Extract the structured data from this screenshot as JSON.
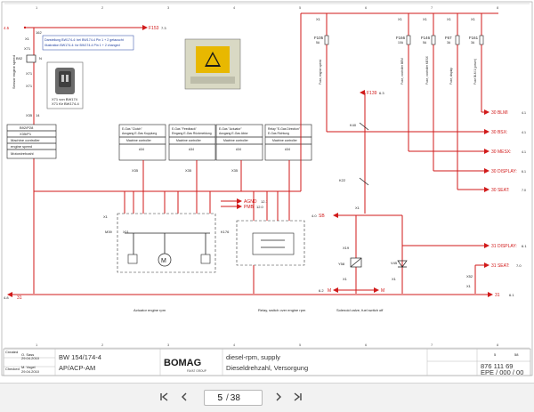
{
  "sheet": {
    "rails": {
      "top_left": "4.5",
      "top_right": "4.6",
      "b30bsx": "30 BSX:",
      "b30bsx_ref": "4.1",
      "b30mesx": "30 MESX:",
      "b30mesx_ref": "4.1",
      "b30display": "30 DISPLAY:",
      "b30display_ref": "6.1",
      "b30seat": "30 SEAT:",
      "b30seat_ref": "7.0",
      "b30blmi": "30 BLMI",
      "b30blmi_ref": "4.1",
      "b31display": "31 DISPLAY:",
      "b31display_ref": "6.1",
      "b31seat": "31 SEAT:",
      "b31seat_ref": "7.0",
      "b31": "31",
      "b31_left": "4.8",
      "b31_right": "6.1",
      "m": "M",
      "m_ref": "6.2",
      "f153": "F153",
      "f153_ref": "7.3",
      "f139": "F139",
      "f139_ref": "6.3",
      "agnd": "AGND",
      "agnd_ref": "12.1",
      "pmb": "PMB",
      "pmb_ref": "12.0",
      "sb": "SB",
      "sb_ref": "4.0"
    },
    "connectors": {
      "x1_top": "X1",
      "x1_top_pin": "162",
      "x71a": "X71",
      "b92": "B92",
      "b92_n": "N",
      "x71b": "X71",
      "x71c": "X71",
      "x35a": "X35",
      "x35a_pin": "14",
      "x1_left": "X1",
      "x1_left_pin": "163",
      "m39": "M39",
      "x11": "X11",
      "x1_m": "X1",
      "k176": "K176",
      "x35b": "X35",
      "x35c": "X35",
      "x35d": "X35",
      "k22": "K22",
      "x1_k22": "X1",
      "y58": "Y58",
      "x19": "X19",
      "x1_y58": "X1",
      "v45": "V45",
      "x1_v45": "X1",
      "x52": "X52",
      "x1_x52": "X1",
      "f105": "F105",
      "f166": "F166",
      "f146": "F146",
      "f67": "F67",
      "f161": "F161",
      "x1_f105": "X1",
      "x1_f166": "X1",
      "x1_f146": "X1",
      "x1_f67": "X1",
      "x1_f161": "X1",
      "f105_amp": "5A",
      "f166_amp": "10A",
      "f146_amp": "5A",
      "f67_amp": "3A",
      "f161_amp": "3A",
      "k40": "K40",
      "x23": "X23"
    },
    "labels": {
      "sensor_desc": "Sensor engine speed\nAufnehmer Motordrehzahl",
      "note1": "Darstellung BW174-4: bei BW174-4 Pin 1 + 2 getauscht",
      "note2": "Illustration BW174-4: for BW174-4 Pin 1 + 2 changed",
      "x71_pin": "X71 von BW174",
      "x71_pin2": "X71 für BW174-4",
      "box_left_l1": "B92/P28",
      "box_left_l2": "X35/P1",
      "box_left_l3": "Machine controller",
      "box_left_l4": "engine speed",
      "box_left_l5": "Motordrehzahl",
      "ecu_cols": [
        "E-Gas \"Clutch\"\nAusgang E-Gas Kupplung",
        "E-Gas \"Feedback\"\nEingang E-Gas Rückmeldung",
        "E-Gas \"Actuator\"\nAusgang E-Gas Aktor",
        "Relay \"E-Gas Direction\"\nE-Gas Richtung"
      ],
      "ecu_mc": "Machine controller",
      "ecu_a34": "A34",
      "actuator_caption": "Actuator engine rpm\nStellglied Motordrehzahl",
      "relay_caption": "Relay, switch over engine rpm\nRelais Umschaltung Motordrehzahl",
      "solenoid_caption": "Solenoid valve, fuel switch off\nMagnetventil Kraftstoffabschaltung",
      "f105_desc": "Fuse, engine speed\nSicherung Motordrehzahl",
      "f166_desc": "Fuse, controller BEM\nSicherung Steuerung",
      "f146_desc": "Fuse, controller MESX\nSicherung Steuerung MESX",
      "f67_desc": "Fuse, display\nSicherung Anzeige",
      "f161_desc": "Fuse BLM 1 (power)\nSicherung BLM 1"
    },
    "title_block": {
      "created_label": "Created\nErstellt",
      "created_by": "O. Sass",
      "created_date": "29.04.2010",
      "checked_label": "Checked\nGeprüft",
      "checked_by": "M. Vogel",
      "checked_date": "29.04.2010",
      "model": "BW 154/174-4",
      "variant": "AP/ACP-AM",
      "brand": "BOMAG",
      "brand_sub": "FAYAT GROUP",
      "title_en": "diesel-rpm, supply",
      "title_de": "Dieseldrehzahl, Versorgung",
      "doc_no": "876 111 69",
      "doc_rev": "EPE / 000 / 00",
      "sheet_no": "5",
      "sheet_total": "58",
      "col_numbers": [
        "1",
        "2",
        "3",
        "4",
        "5",
        "6",
        "7",
        "8"
      ]
    }
  },
  "viewer": {
    "page_current": "5",
    "page_total": "38",
    "page_sep": "/",
    "icons": [
      "first-page-icon",
      "prev-page-icon",
      "next-page-icon",
      "last-page-icon"
    ]
  }
}
